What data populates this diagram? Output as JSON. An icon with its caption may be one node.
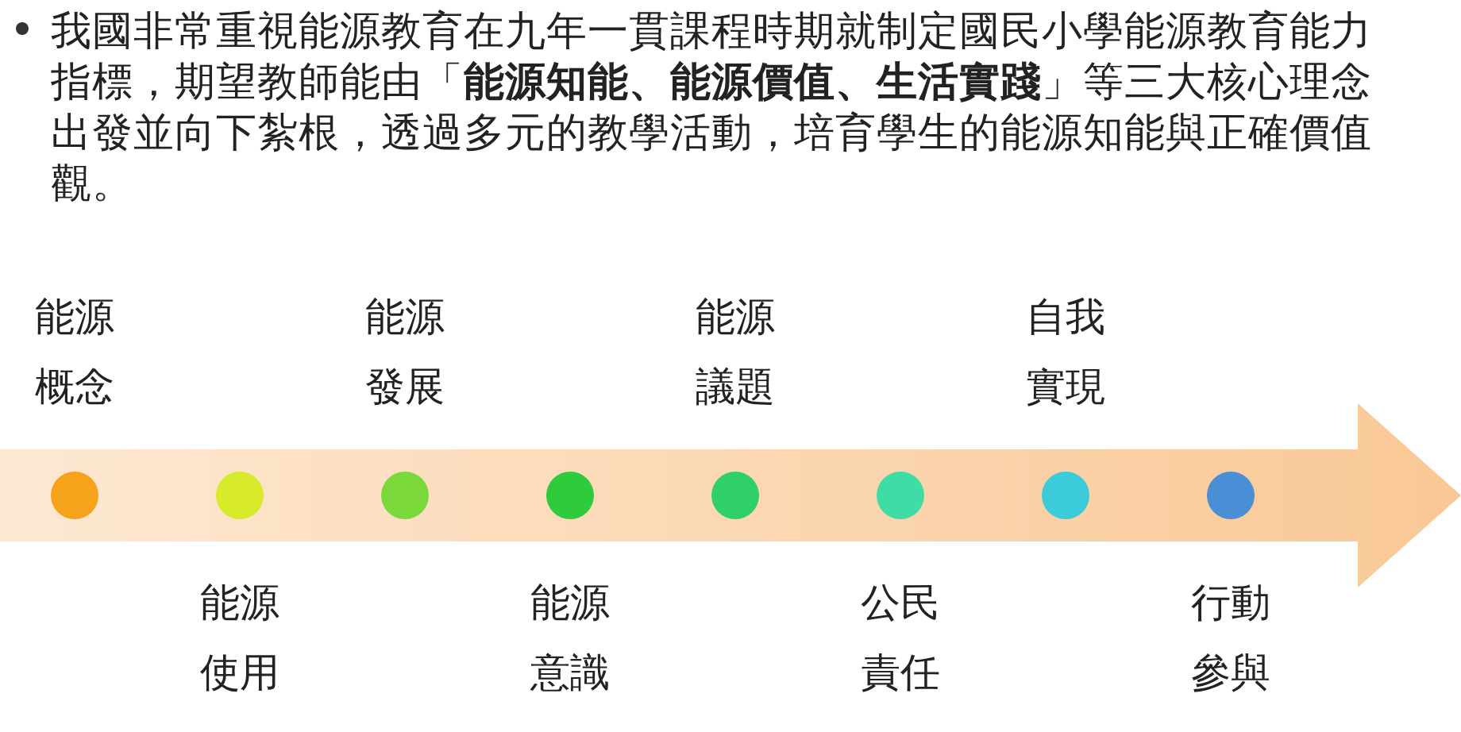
{
  "diagram": {
    "nodes": [
      {
        "text": [],
        "shape": "circle",
        "beside": [
          "能源概念"
        ]
      },
      {
        "text": [],
        "shape": "circle",
        "beside": [
          "能源使用"
        ]
      },
      {
        "text": [],
        "shape": "circle",
        "beside": [
          "能源發展"
        ]
      },
      {
        "text": [],
        "shape": "circle",
        "beside": [
          "能源意識"
        ]
      },
      {
        "text": [],
        "shape": "circle",
        "beside": [
          "能源議題"
        ]
      },
      {
        "text": [],
        "shape": "circle",
        "beside": [
          "公民責任"
        ]
      },
      {
        "text": [],
        "shape": "circle",
        "beside": [
          "自我實現"
        ]
      },
      {
        "text": [],
        "shape": "circle",
        "beside": [
          "行動參與"
        ]
      }
    ],
    "labels": [
      "我國非常重視能源教育在九年一貫課程時期就制定國民小學能源教育能力指標，期望教師能由「**能源知能、能源價值、生活實踐**」等三大核心理念出發並向下紮根，透過多元的教學活動，培育學生的能源知能與正確價值觀。"
    ]
  }
}
